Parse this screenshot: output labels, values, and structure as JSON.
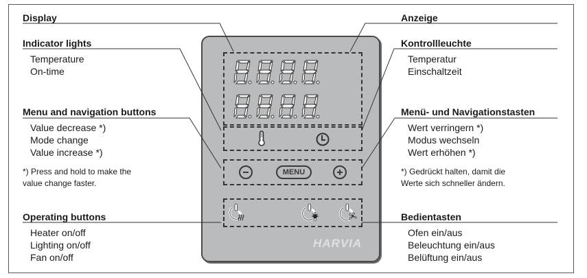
{
  "left": {
    "display": {
      "heading": "Display"
    },
    "indicator_lights": {
      "heading": "Indicator lights",
      "items": [
        "Temperature",
        "On-time"
      ]
    },
    "menu_navigation": {
      "heading": "Menu and navigation buttons",
      "items": [
        "Value decrease *)",
        "Mode change",
        "Value increase *)"
      ],
      "note": [
        "*) Press and hold to make the",
        "value change faster."
      ]
    },
    "operating_buttons": {
      "heading": "Operating buttons",
      "items": [
        "Heater on/off",
        "Lighting on/off",
        "Fan on/off"
      ]
    }
  },
  "right": {
    "display": {
      "heading": "Anzeige"
    },
    "indicator_lights": {
      "heading": "Kontrollleuchte",
      "items": [
        "Temperatur",
        "Einschaltzeit"
      ]
    },
    "menu_navigation": {
      "heading": "Menü- und Navigationstasten",
      "items": [
        "Wert verringern *)",
        "Modus wechseln",
        "Wert erhöhen *)"
      ],
      "note": [
        "*) Gedrückt halten, damit die",
        "Werte sich schneller ändern."
      ]
    },
    "operating_buttons": {
      "heading": "Bedientasten",
      "items": [
        "Ofen ein/aus",
        "Beleuchtung ein/aus",
        "Belüftung ein/aus"
      ]
    }
  },
  "panel": {
    "brand": "HARVIA",
    "menu_button": "MENU",
    "minus_button": "−",
    "plus_button": "+",
    "indicator_icons": [
      "thermometer-icon",
      "clock-icon"
    ],
    "operating_icons": [
      "heater-power-icon",
      "light-power-icon",
      "fan-power-icon"
    ],
    "display_rows": 2,
    "digits_per_row": 4,
    "colors": {
      "panel": "#babbbd",
      "border": "#4a4a4a",
      "brand": "#dfe0e2"
    }
  }
}
